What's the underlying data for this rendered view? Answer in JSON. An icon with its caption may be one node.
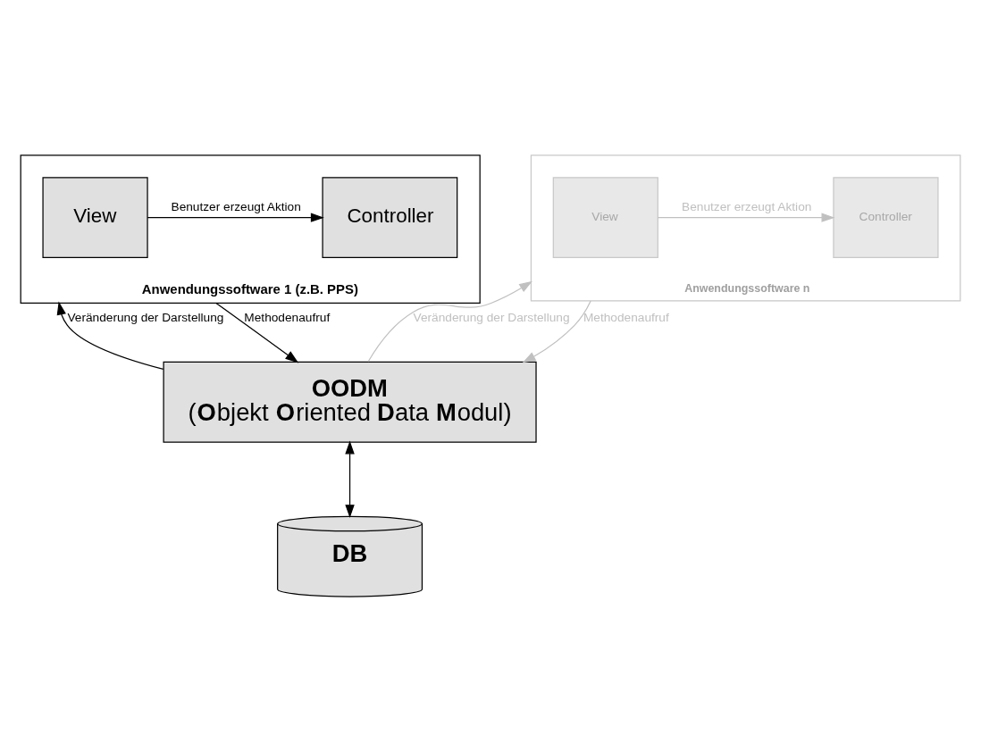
{
  "diagram": {
    "nodes": [
      {
        "text": [
          "Anwendungssoftware 1 (z.B. PPS)"
        ]
      },
      {
        "text": [
          "View"
        ],
        "in": 0
      },
      {
        "text": [
          "Controller"
        ],
        "in": 0
      },
      {
        "text": [
          "Anwendungssoftware n"
        ]
      },
      {
        "text": [
          "View"
        ],
        "in": 3
      },
      {
        "text": [
          "Controller"
        ],
        "in": 3
      },
      {
        "text": [
          "OODM",
          "(**O**bjekt **O**riented **D**ata **M**odul)"
        ]
      },
      {
        "text": [
          "DB"
        ]
      }
    ],
    "edges": [
      {
        "from": 1,
        "to": 2,
        "arrow": "to",
        "label": "Benutzer erzeugt Aktion"
      },
      {
        "from": 6,
        "to": 0,
        "arrow": "to",
        "label": "Veränderung der Darstellung"
      },
      {
        "from": 0,
        "to": 6,
        "arrow": "to",
        "label": "Methodenaufruf"
      },
      {
        "from": 4,
        "to": 5,
        "arrow": "to",
        "label": "Benutzer erzeugt Aktion",
        "color": "#c0c0c0"
      },
      {
        "from": 6,
        "to": 3,
        "arrow": "to",
        "label": "Veränderung der Darstellung",
        "color": "#c0c0c0"
      },
      {
        "from": 3,
        "to": 6,
        "arrow": "to",
        "label": "Methodenaufruf",
        "color": "#c0c0c0"
      },
      {
        "from": 6,
        "to": 7,
        "arrow": "both"
      }
    ]
  }
}
